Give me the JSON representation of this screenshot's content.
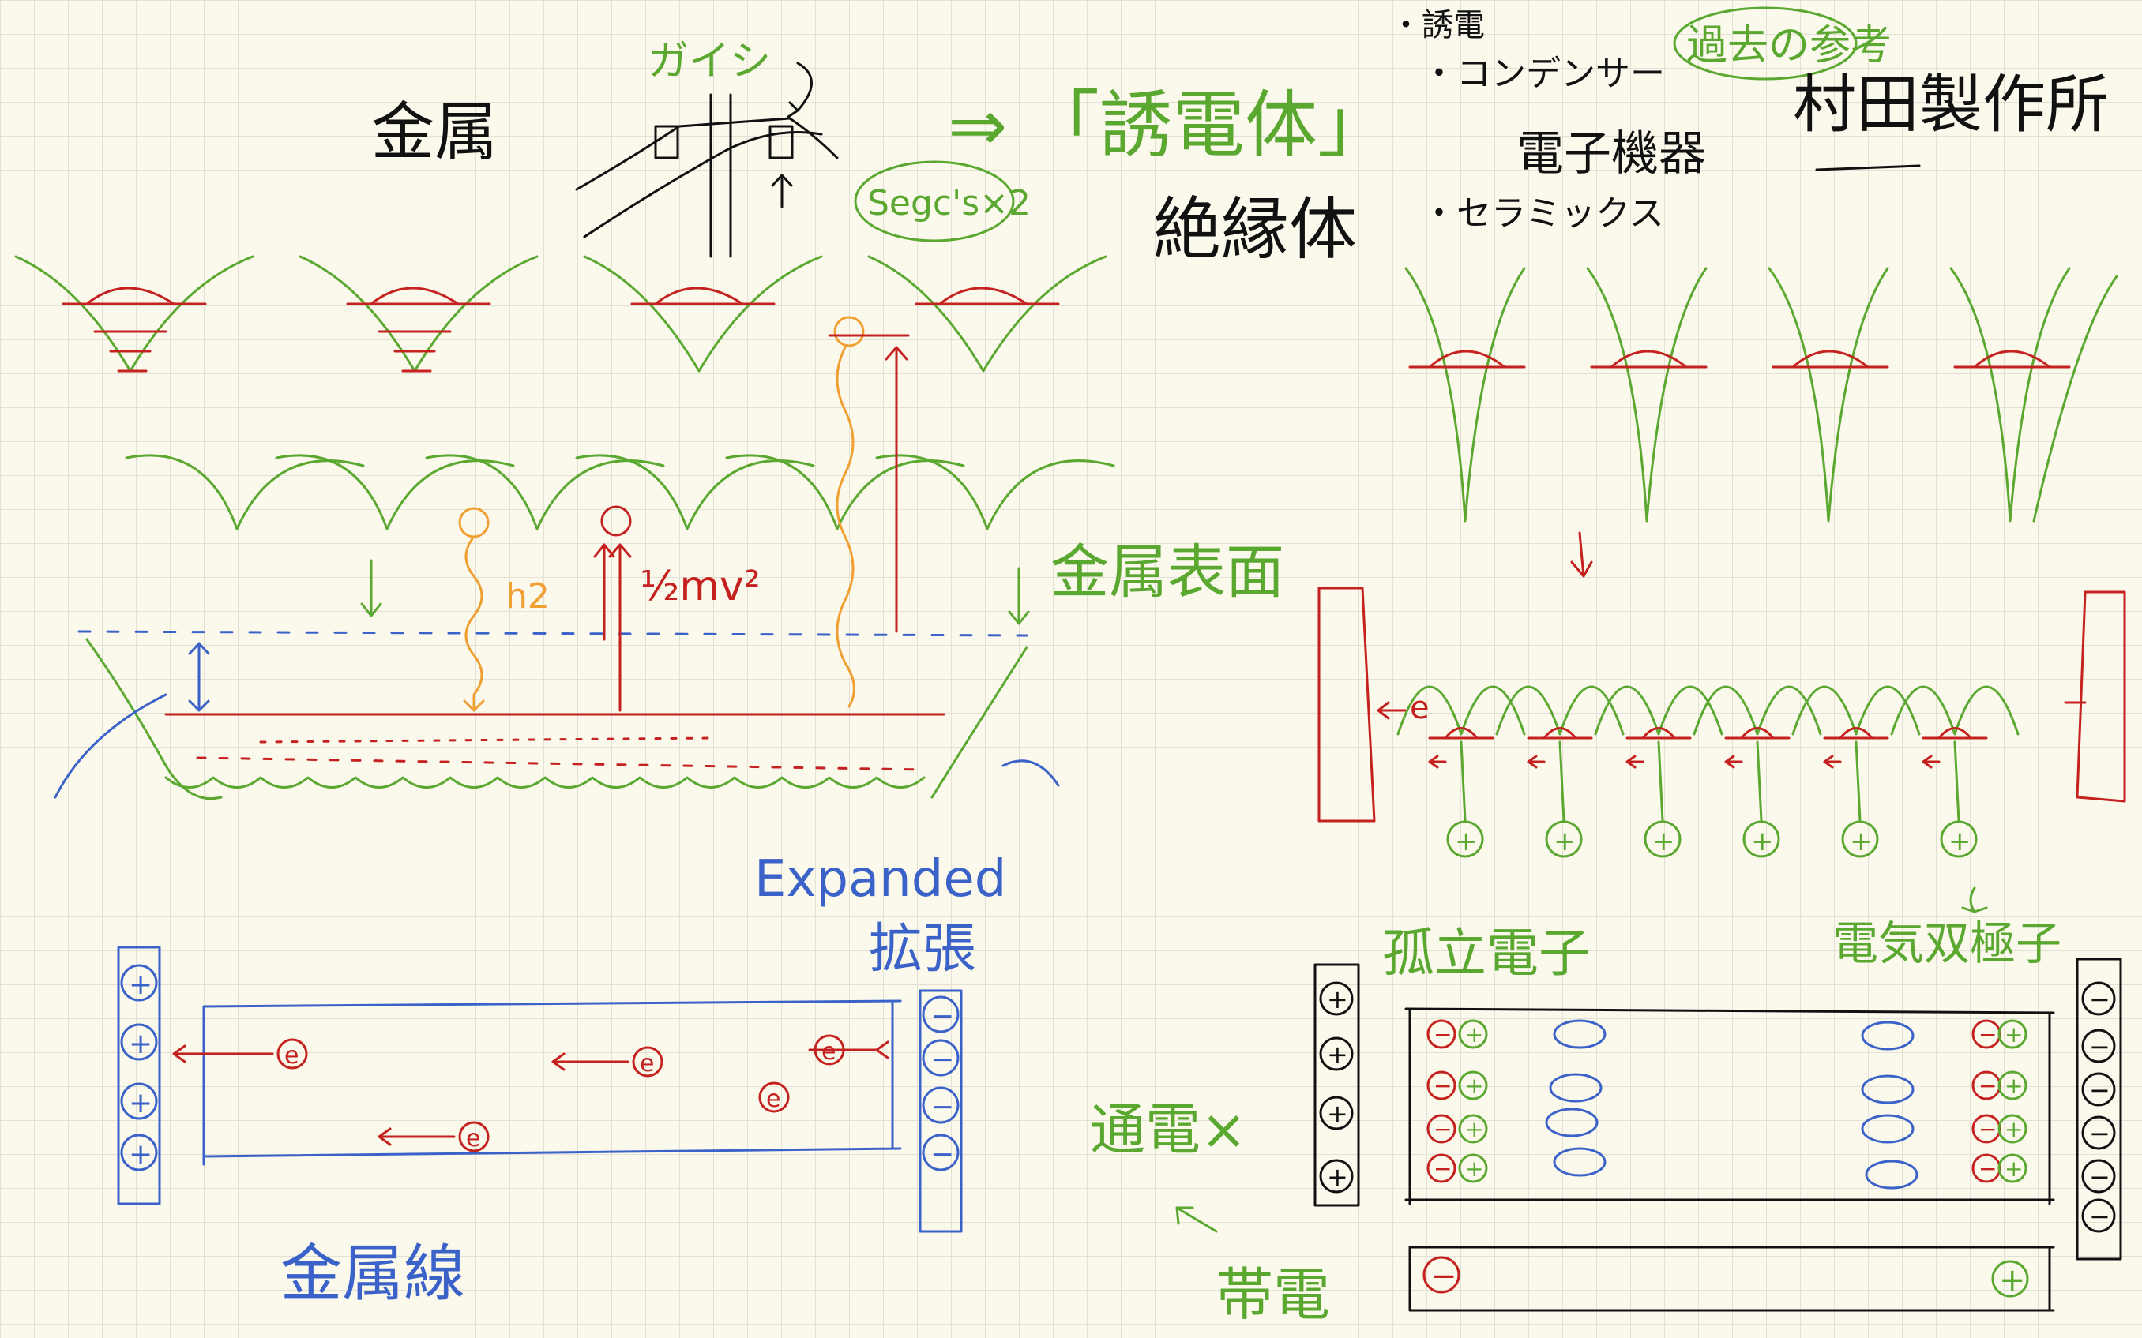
{
  "labels": {
    "metal": "金属",
    "gaishi": "ガイシ",
    "segcs": "Segc's×2",
    "arrow_implies": "⇒",
    "dielectric": "「誘電体」",
    "insulator": "絶縁体",
    "notes": [
      "・誘電",
      "・コンデンサー",
      "・セラミックス"
    ],
    "electronic_devices": "電子機器",
    "reference": "過去の参考",
    "murata": "村田製作所",
    "metal_surface": "金属表面",
    "h2": "h2",
    "kinetic_energy": "½mv²",
    "electron_e": "e",
    "expanded": "Expanded",
    "kakucho": "拡張",
    "copper_wire": "金属線",
    "isolated_electron": "孤立電子",
    "electric_dipole": "電気双極子",
    "conduction_x": "通電×",
    "charged": "帯電",
    "plus": "+",
    "minus": "−"
  },
  "colors": {
    "ink_black": "#111111",
    "ink_green": "#5aa830",
    "ink_red": "#c4211f",
    "ink_blue": "#3a62c8",
    "ink_orange": "#f0a033",
    "paper": "#fbf8ec",
    "grid": "#e3e1d6"
  }
}
